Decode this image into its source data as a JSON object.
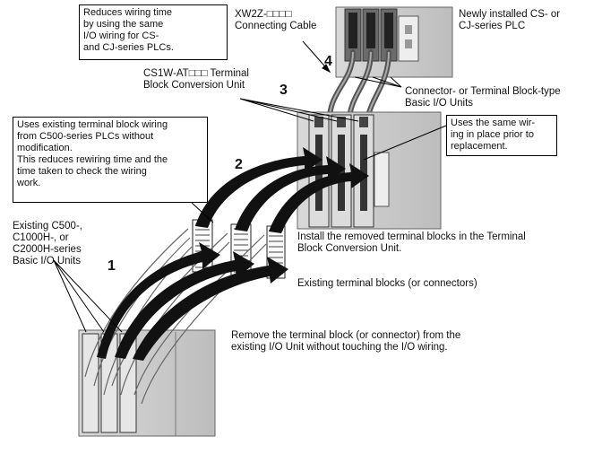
{
  "callouts": {
    "wiring_time": "Reduces wiring time\nby using the same\nI/O wiring for CS-\nand CJ-series PLCs.",
    "existing_wiring": "Uses existing terminal block wiring\nfrom C500-series PLCs without\nmodification.\nThis reduces rewiring time and the\ntime taken to check the wiring\nwork.",
    "same_wiring": "Uses the same wir-\ning in place prior to\nreplacement."
  },
  "labels": {
    "cable": "XW2Z-□□□□\nConnecting Cable",
    "new_plc": "Newly installed CS- or\nCJ-series PLC",
    "conversion_unit": "CS1W-AT□□□ Terminal\nBlock Conversion Unit",
    "io_units": "Connector- or Terminal Block-type\nBasic I/O Units",
    "existing_units": "Existing C500-,\nC1000H-, or\nC2000H-series\nBasic I/O Units",
    "install": "Install the removed terminal blocks in the Terminal\nBlock Conversion Unit.",
    "terminal_blocks": "Existing terminal blocks (or connectors)",
    "remove": "Remove the terminal block (or connector) from the\nexisting I/O Unit without touching the I/O wiring."
  },
  "steps": {
    "s1": "1",
    "s2": "2",
    "s3": "3",
    "s4": "4"
  }
}
